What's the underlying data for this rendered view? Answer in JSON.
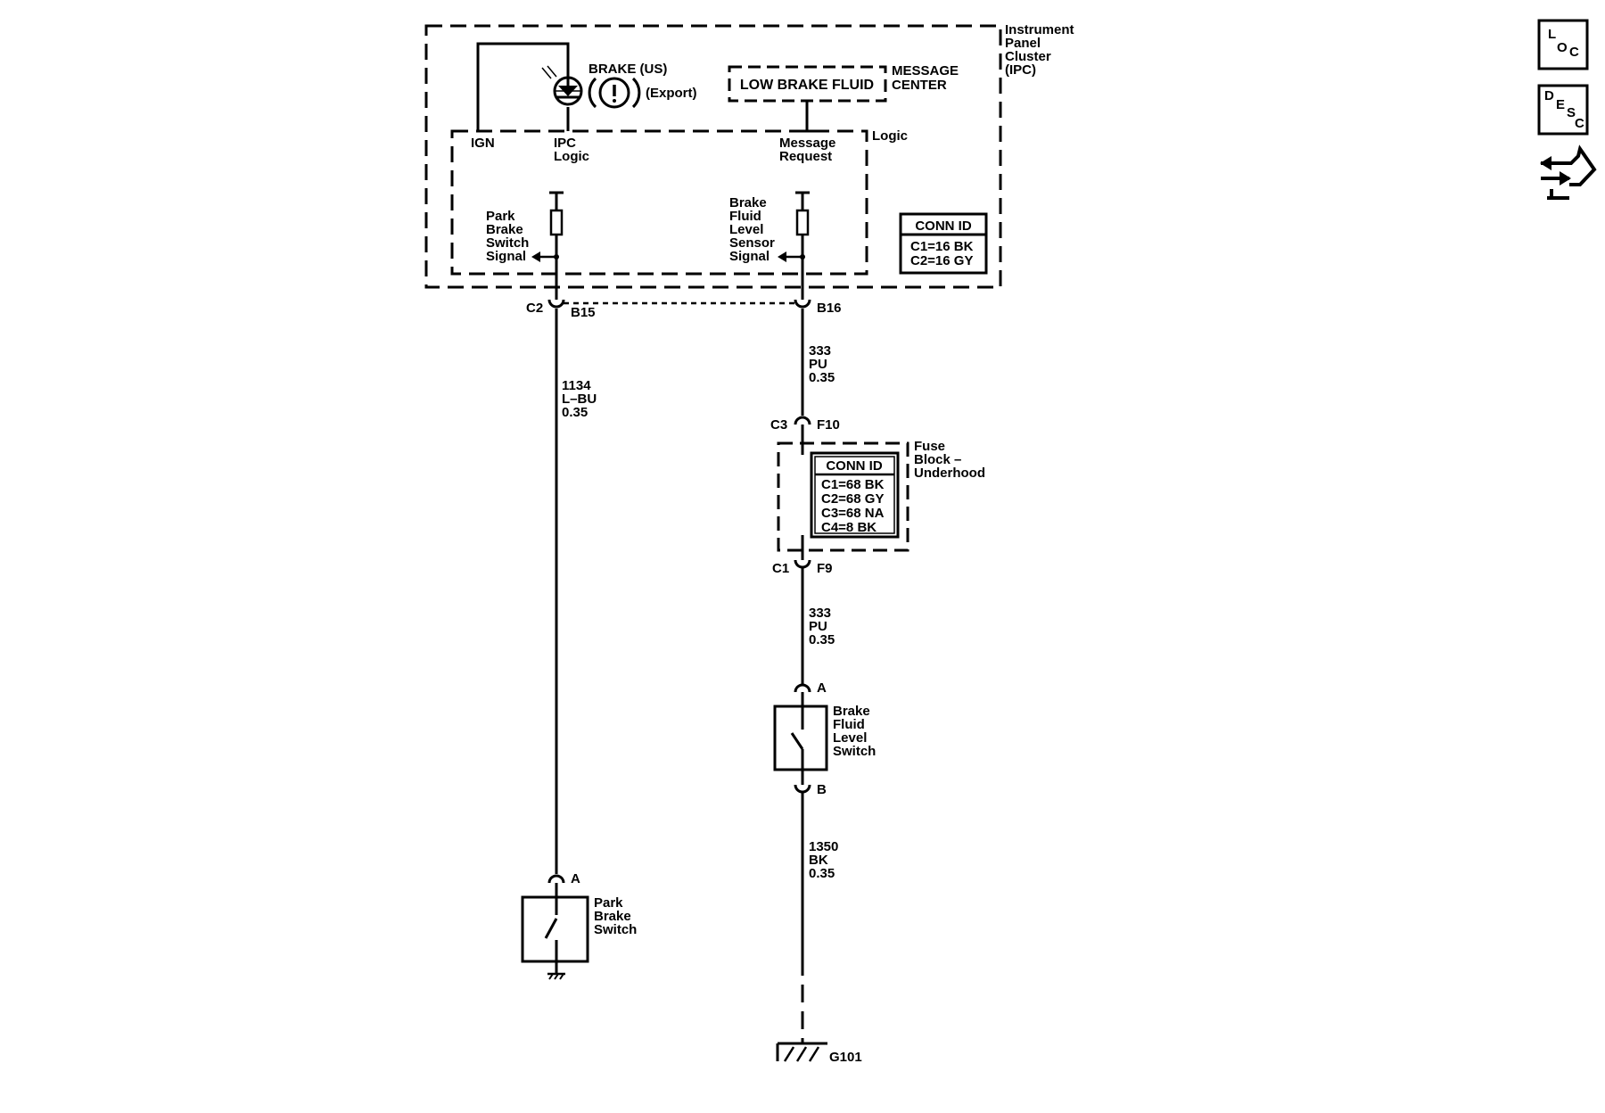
{
  "ipc": {
    "title_lines": [
      "Instrument",
      "Panel",
      "Cluster",
      "(IPC)"
    ],
    "brake_us": "BRAKE (US)",
    "brake_symbol": "(!)",
    "export": "(Export)",
    "message_box": "LOW BRAKE FLUID",
    "message_center_lines": [
      "MESSAGE",
      "CENTER"
    ],
    "logic_label": "Logic",
    "ign": "IGN",
    "ipc_logic_lines": [
      "IPC",
      "Logic"
    ],
    "message_request_lines": [
      "Message",
      "Request"
    ],
    "park_brake_signal_lines": [
      "Park",
      "Brake",
      "Switch",
      "Signal"
    ],
    "brake_fluid_signal_lines": [
      "Brake",
      "Fluid",
      "Level",
      "Sensor",
      "Signal"
    ],
    "conn_id_header": "CONN ID",
    "conn_id_rows": [
      "C1=16 BK",
      "C2=16 GY"
    ]
  },
  "connectors": {
    "c2": "C2",
    "b15": "B15",
    "b16": "B16",
    "c3": "C3",
    "f10": "F10",
    "c1": "C1",
    "f9": "F9",
    "a_fluid": "A",
    "b_fluid": "B",
    "a_park": "A"
  },
  "wires": {
    "w1134": [
      "1134",
      "L–BU",
      "0.35"
    ],
    "w333_top": [
      "333",
      "PU",
      "0.35"
    ],
    "w333_bottom": [
      "333",
      "PU",
      "0.35"
    ],
    "w1350": [
      "1350",
      "BK",
      "0.35"
    ]
  },
  "fuse_block": {
    "title_lines": [
      "Fuse",
      "Block –",
      "Underhood"
    ],
    "conn_id_header": "CONN ID",
    "conn_id_rows": [
      "C1=68 BK",
      "C2=68 GY",
      "C3=68 NA",
      "C4=8 BK"
    ]
  },
  "components": {
    "brake_fluid_switch_lines": [
      "Brake",
      "Fluid",
      "Level",
      "Switch"
    ],
    "park_brake_switch_lines": [
      "Park",
      "Brake",
      "Switch"
    ],
    "ground": "G101"
  },
  "nav_icons": {
    "loc": {
      "l1": "L",
      "l2": "O",
      "l3": "C"
    },
    "desc": {
      "l1": "D",
      "l2": "E",
      "l3": "S",
      "l4": "C"
    }
  }
}
